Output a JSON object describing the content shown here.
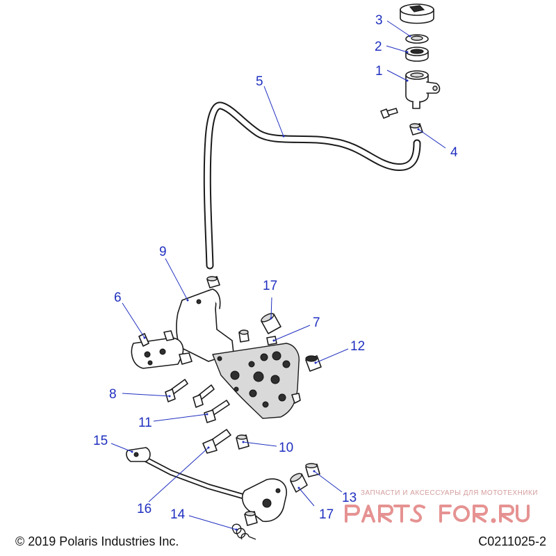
{
  "diagram": {
    "callouts": [
      {
        "id": "c1",
        "label": "1"
      },
      {
        "id": "c2",
        "label": "2"
      },
      {
        "id": "c3",
        "label": "3"
      },
      {
        "id": "c4",
        "label": "4"
      },
      {
        "id": "c5",
        "label": "5"
      },
      {
        "id": "c6",
        "label": "6"
      },
      {
        "id": "c7",
        "label": "7"
      },
      {
        "id": "c8",
        "label": "8"
      },
      {
        "id": "c9",
        "label": "9"
      },
      {
        "id": "c10",
        "label": "10"
      },
      {
        "id": "c11",
        "label": "11"
      },
      {
        "id": "c12",
        "label": "12"
      },
      {
        "id": "c13",
        "label": "13"
      },
      {
        "id": "c14",
        "label": "14"
      },
      {
        "id": "c15",
        "label": "15"
      },
      {
        "id": "c16",
        "label": "16"
      },
      {
        "id": "c17a",
        "label": "17"
      },
      {
        "id": "c17b",
        "label": "17"
      }
    ],
    "accent_color": "#1f2fbf",
    "line_color": "#1a1a1a"
  },
  "footer": {
    "copyright": "© 2019 Polaris Industries Inc.",
    "diagram_code": "C0211025-2"
  },
  "watermark": {
    "tagline": "ЗАПЧАСТИ И АКСЕССУАРЫ ДЛЯ МОТОТЕХНИКИ",
    "logo_text": "PARTSFOR.RU",
    "logo_color": "#d23a3a"
  }
}
